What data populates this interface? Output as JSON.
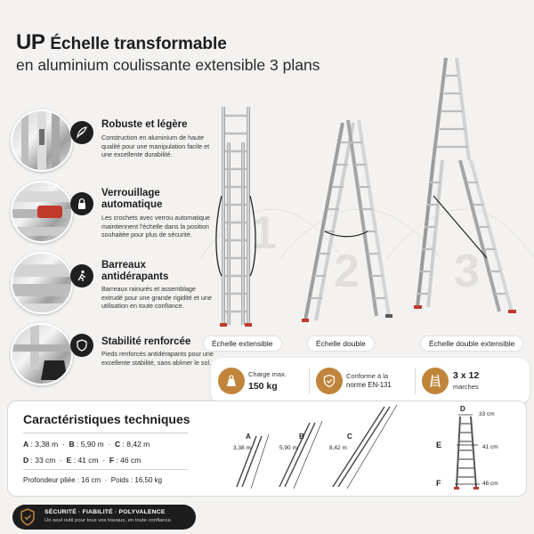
{
  "header": {
    "brand": "UP",
    "title": "Échelle transformable",
    "subtitle": "en aluminium coulissante extensible 3 plans"
  },
  "features": [
    {
      "icon": "feather-icon",
      "title": "Robuste et légère",
      "desc": "Construction en aluminium de haute qualité pour une manipulation facile et une excellente durabilité."
    },
    {
      "icon": "padlock-icon",
      "title": "Verrouillage automatique",
      "desc": "Les crochets avec verrou automatique maintiennent l'échelle dans la position souhaitée pour plus de sécurité."
    },
    {
      "icon": "climber-icon",
      "title": "Barreaux antidérapants",
      "desc": "Barreaux rainurés et assemblage extrudé pour une grande rigidité et une utilisation en toute confiance."
    },
    {
      "icon": "shield-icon",
      "title": "Stabilité renforcée",
      "desc": "Pieds renforcés antidérapants pour une excellente stabilité, sans abîmer le sol."
    }
  ],
  "configs": [
    {
      "number": "1",
      "label": "Échelle extensible"
    },
    {
      "number": "2",
      "label": "Échelle double"
    },
    {
      "number": "3",
      "label": "Échelle double extensible"
    }
  ],
  "specs": [
    {
      "icon": "weight-icon",
      "label": "Charge max.",
      "value": "150 kg"
    },
    {
      "icon": "check-shield-icon",
      "label": "Conforme à la",
      "value": "norme EN-131"
    },
    {
      "icon": "ladder-icon",
      "label": "marches",
      "value": "3 x 12"
    }
  ],
  "tech": {
    "title": "Caractéristiques techniques",
    "row1": [
      {
        "k": "A",
        "v": "3,38 m"
      },
      {
        "k": "B",
        "v": "5,90 m"
      },
      {
        "k": "C",
        "v": "8,42 m"
      }
    ],
    "row2": [
      {
        "k": "D",
        "v": "33 cm"
      },
      {
        "k": "E",
        "v": "41 cm"
      },
      {
        "k": "F",
        "v": "46 cm"
      }
    ],
    "profondeur": "Profondeur pliée : 16 cm",
    "poids": "Poids : 16,50 kg",
    "diagram": [
      {
        "k": "A",
        "v": "3,38 m"
      },
      {
        "k": "B",
        "v": "5,90 m"
      },
      {
        "k": "C",
        "v": "8,42 m"
      }
    ],
    "right": {
      "D": "D",
      "Dv": "33 cm",
      "E": "E",
      "Ev": "41 cm",
      "F": "F",
      "Fv": "46 cm"
    }
  },
  "footer": {
    "line1": "SÉCURITÉ · FIABILITÉ · POLYVALENCE",
    "line2": "Un seul outil pour tous vos travaux, en toute confiance."
  },
  "colors": {
    "accent": "#c0853b",
    "dark": "#1f1f1f",
    "red": "#c0392b"
  }
}
